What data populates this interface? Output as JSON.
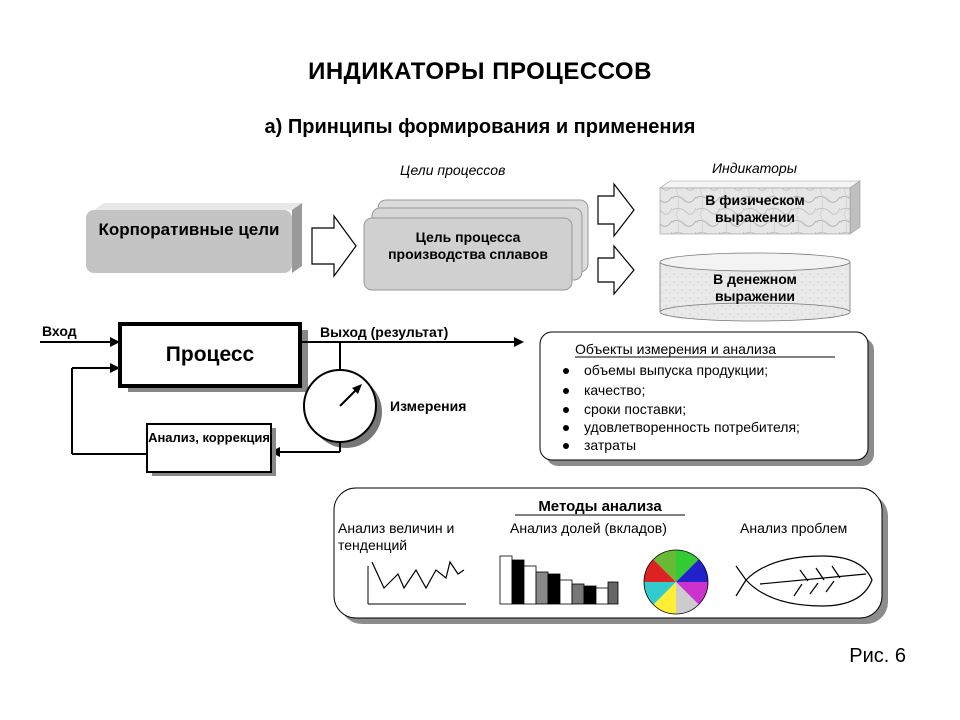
{
  "title": "ИНДИКАТОРЫ ПРОЦЕССОВ",
  "subtitle": "а) Принципы формирования и применения",
  "goals_header": "Цели процессов",
  "indicators_header": "Индикаторы",
  "corporate_goals": "Корпоративные цели",
  "process_goal": "Цель процесса производства сплавов",
  "indicator_physical": "В физическом выражении",
  "indicator_monetary": "В денежном выражении",
  "input_label": "Вход",
  "output_label": "Выход (результат)",
  "process_label": "Процесс",
  "measurement_label": "Измерения",
  "analysis_box": "Анализ, коррекция",
  "objects": {
    "header": "Объекты измерения и анализа",
    "items": [
      "объемы выпуска продукции;",
      "качество;",
      "сроки поставки;",
      "удовлетворенность потребителя;",
      "затраты"
    ]
  },
  "methods": {
    "header": "Методы анализа",
    "col1": "Анализ величин и тенденций",
    "col2": "Анализ долей (вкладов)",
    "col3": "Анализ проблем"
  },
  "figure_caption": "Рис. 6"
}
